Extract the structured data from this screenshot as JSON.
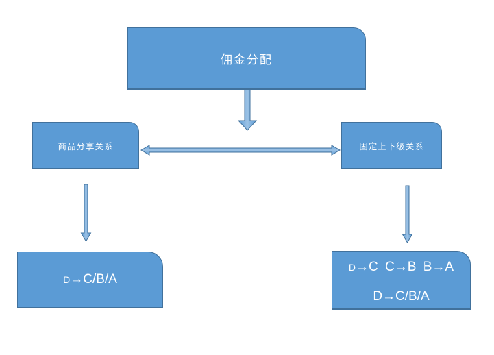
{
  "theme": {
    "canvas_bg": "#ffffff",
    "box_fill": "#5B9BD5",
    "box_border": "#41719C",
    "arrow_edge": "#5B9BD5",
    "arrow_center": "#9CC2E5",
    "arrow_border": "#41719C",
    "text_color": "#ffffff"
  },
  "diagram": {
    "root": {
      "label": "佣金分配"
    },
    "branch_left": {
      "label": "商品分享关系"
    },
    "branch_right": {
      "label": "固定上下级关系"
    },
    "result_left": {
      "lead": "D",
      "rest": "→C/B/A"
    },
    "result_right": {
      "line1_lead": "D",
      "line1_rest": "→C C→B B→A",
      "line2": "D→C/B/A"
    }
  }
}
